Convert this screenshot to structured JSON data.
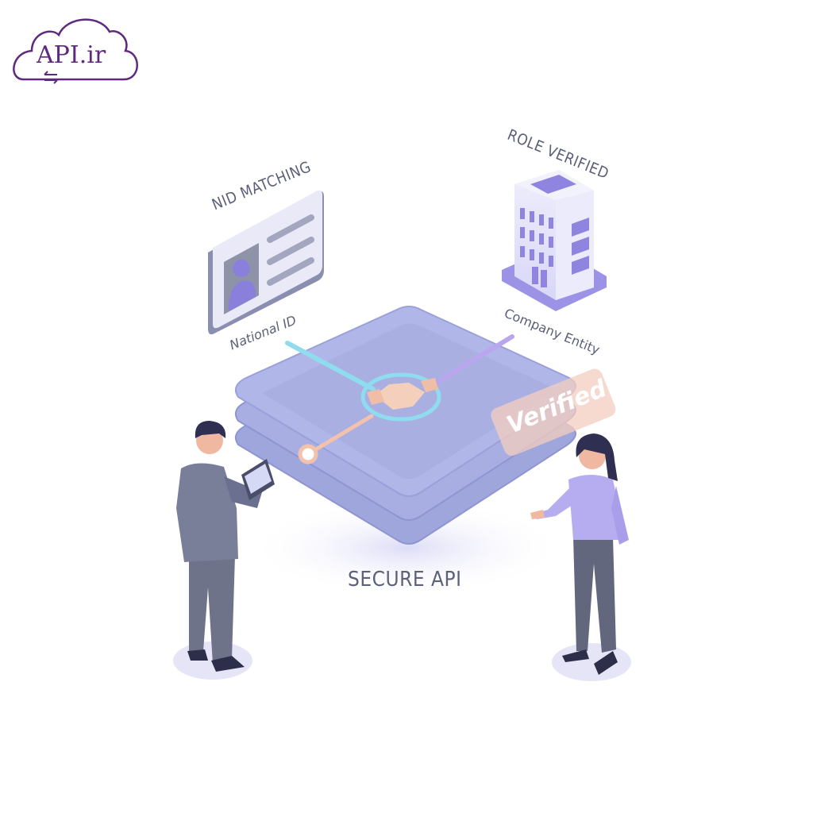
{
  "logo": {
    "text": "API.ir",
    "icon": "cloud-exchange-icon",
    "color": "#5e2a7e"
  },
  "scene": {
    "title": "SECURE API",
    "left_item": {
      "heading": "NID MATCHING",
      "caption": "National ID",
      "icon": "id-card-icon"
    },
    "right_item": {
      "heading": "ROLE VERIFIED",
      "caption": "Company Entity",
      "icon": "office-building-icon"
    },
    "center_icon": "handshake-icon",
    "badge": "Verified",
    "people": [
      "man-with-tablet",
      "woman-presenting"
    ]
  },
  "colors": {
    "platform": "#a3aae0",
    "platform_edge": "#8f97d6",
    "accent_cyan": "#8fdcef",
    "accent_purple": "#b9a6ee",
    "accent_peach": "#f3c2ac",
    "text": "#5b5f78"
  }
}
